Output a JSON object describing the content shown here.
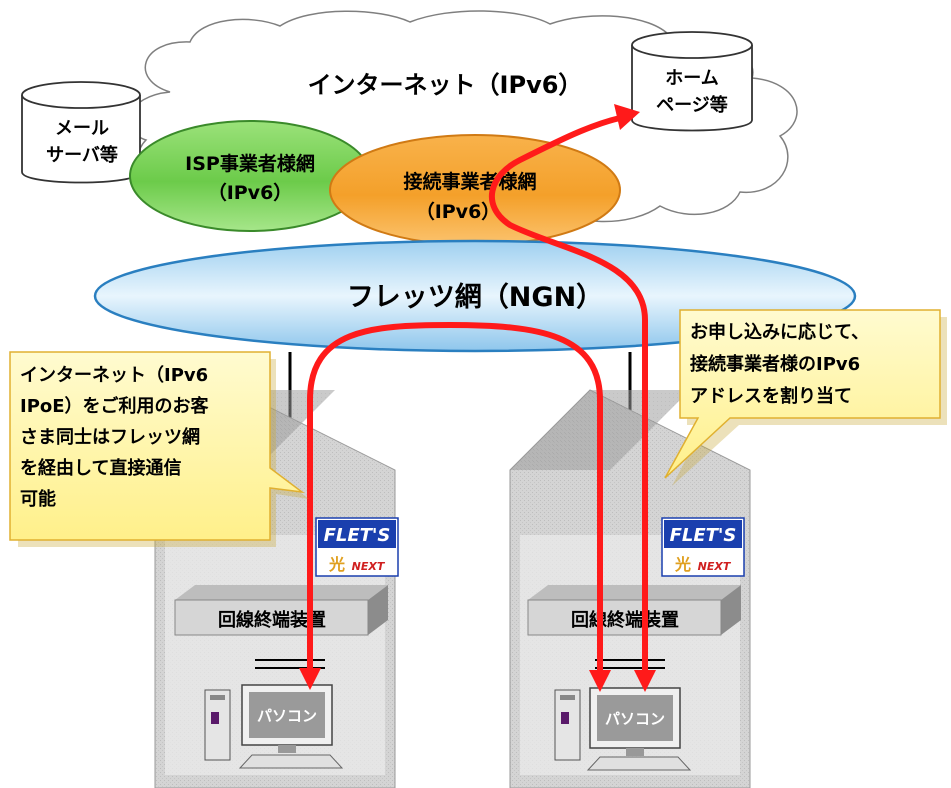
{
  "internet": {
    "title": "インターネット（IPv6）"
  },
  "mail_server": {
    "line1": "メール",
    "line2": "サーバ等"
  },
  "homepage_server": {
    "line1": "ホーム",
    "line2": "ページ等"
  },
  "isp_network": {
    "line1": "ISP事業者様網",
    "line2": "（IPv6）"
  },
  "connection_network": {
    "line1": "接続事業者様網",
    "line2": "（IPv6）"
  },
  "flets_network": {
    "title": "フレッツ網（NGN）"
  },
  "callout_left": {
    "lines": [
      "インターネット（IPv6",
      "IPoE）をご利用のお客",
      "さま同士はフレッツ網",
      "を経由して直接通信",
      "可能"
    ]
  },
  "callout_right": {
    "lines": [
      "お申し込みに応じて、",
      "接続事業者様のIPv6",
      "アドレスを割り当て"
    ]
  },
  "house_left": {
    "onu_label": "回線終端装置",
    "pc_label": "パソコン",
    "logo_text": "FLET'S",
    "logo_sub_kanji": "光",
    "logo_sub": "NEXT"
  },
  "house_right": {
    "onu_label": "回線終端装置",
    "pc_label": "パソコン",
    "logo_text": "FLET'S",
    "logo_sub_kanji": "光",
    "logo_sub": "NEXT"
  },
  "colors": {
    "arrow": "#ff1a1a",
    "isp_fill": "#79d45a",
    "connection_fill": "#f6a530",
    "flets_fill": "#bfe0f5",
    "callout_fill": "#fff5a0",
    "logo_blue": "#1a3fae"
  }
}
